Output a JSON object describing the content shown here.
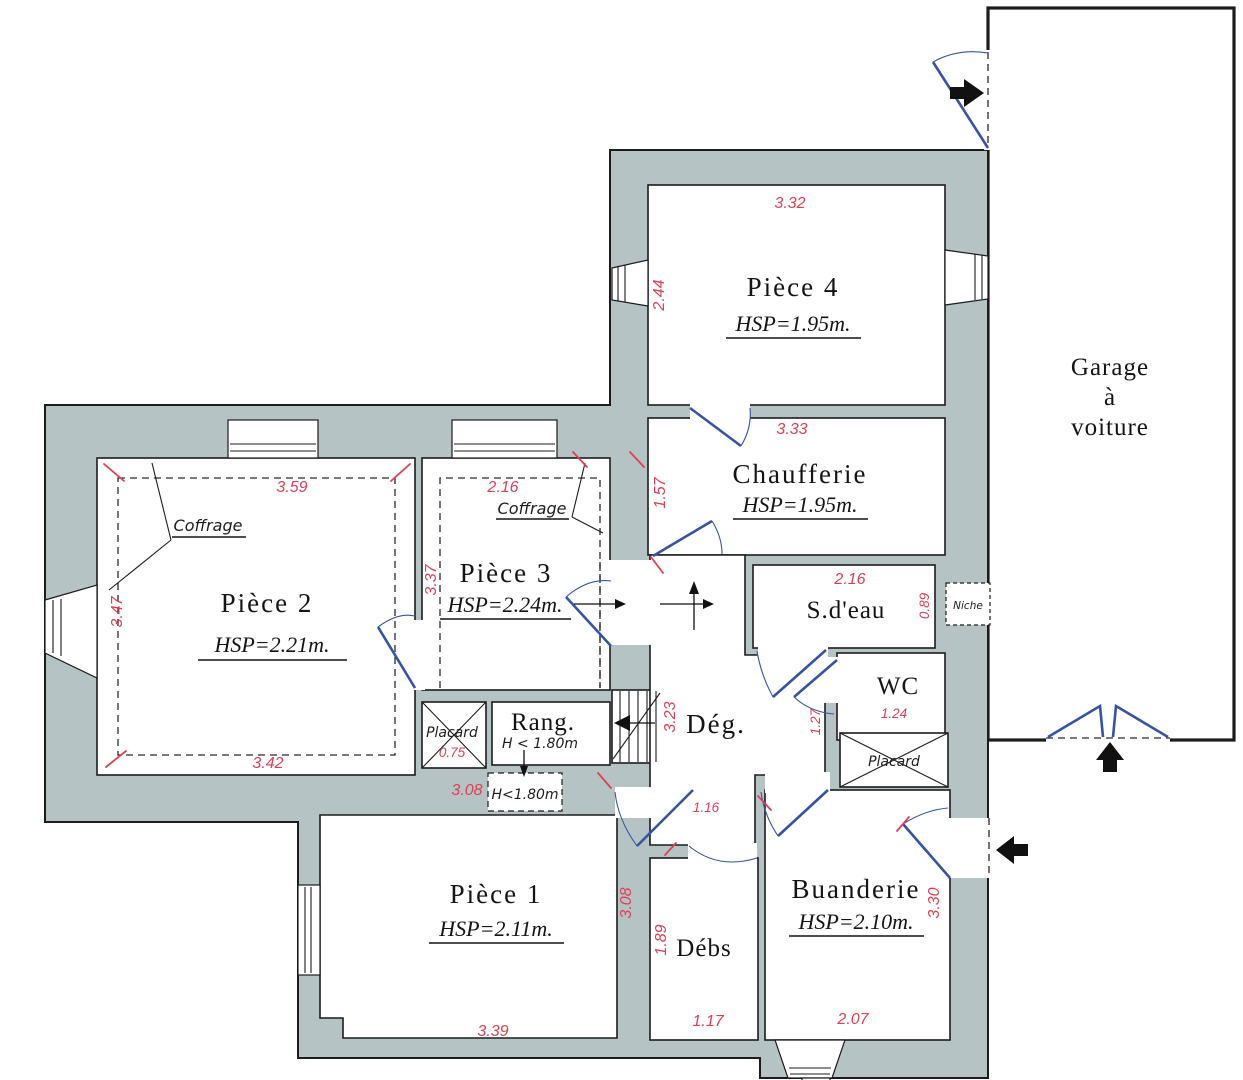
{
  "plan": {
    "rooms": {
      "piece4": {
        "name": "Pièce 4",
        "hsp": "HSP=1.95m."
      },
      "chaufferie": {
        "name": "Chaufferie",
        "hsp": "HSP=1.95m."
      },
      "garage": {
        "line1": "Garage",
        "line2": "à",
        "line3": "voiture"
      },
      "piece2": {
        "name": "Pièce 2",
        "hsp": "HSP=2.21m."
      },
      "piece3": {
        "name": "Pièce 3",
        "hsp": "HSP=2.24m."
      },
      "sdeau": {
        "name": "S.d'eau"
      },
      "wc": {
        "name": "WC"
      },
      "deg": {
        "name": "Dég."
      },
      "rang": {
        "name": "Rang.",
        "note": "H < 1.80m"
      },
      "piece1": {
        "name": "Pièce 1",
        "hsp": "HSP=2.11m."
      },
      "debs": {
        "name": "Débs"
      },
      "buanderie": {
        "name": "Buanderie",
        "hsp": "HSP=2.10m."
      }
    },
    "annotations": {
      "coffrage_p2": "Coffrage",
      "coffrage_p3": "Coffrage",
      "placard_1": "Placard",
      "placard_2": "Placard",
      "niche": "Niche",
      "height_limit_box": "H<1.80m"
    },
    "dimensions": {
      "p4_width": "3.32",
      "p4_height": "2.44",
      "chaufferie_width": "3.33",
      "chaufferie_height": "1.57",
      "p2_top": "3.59",
      "p2_left": "3.47",
      "p2_bottom": "3.42",
      "p3_top": "2.16",
      "p3_left": "3.37",
      "placard1_width": "0.75",
      "rang_bottom": "3.08",
      "deg_height": "3.23",
      "corridor_width": "1.16",
      "sdeau_width": "2.16",
      "sdeau_right": "0.89",
      "wc_width": "1.24",
      "wc_left": "1.27",
      "p1_right": "3.08",
      "p1_bottom": "3.39",
      "debs_left": "1.89",
      "debs_bottom": "1.17",
      "buanderie_right": "3.30",
      "buanderie_bottom": "2.07"
    },
    "colors": {
      "wall": "#b6c3c5",
      "outline": "#1c1c1c",
      "door": "#3653a4",
      "dimension": "#dd4055"
    }
  }
}
